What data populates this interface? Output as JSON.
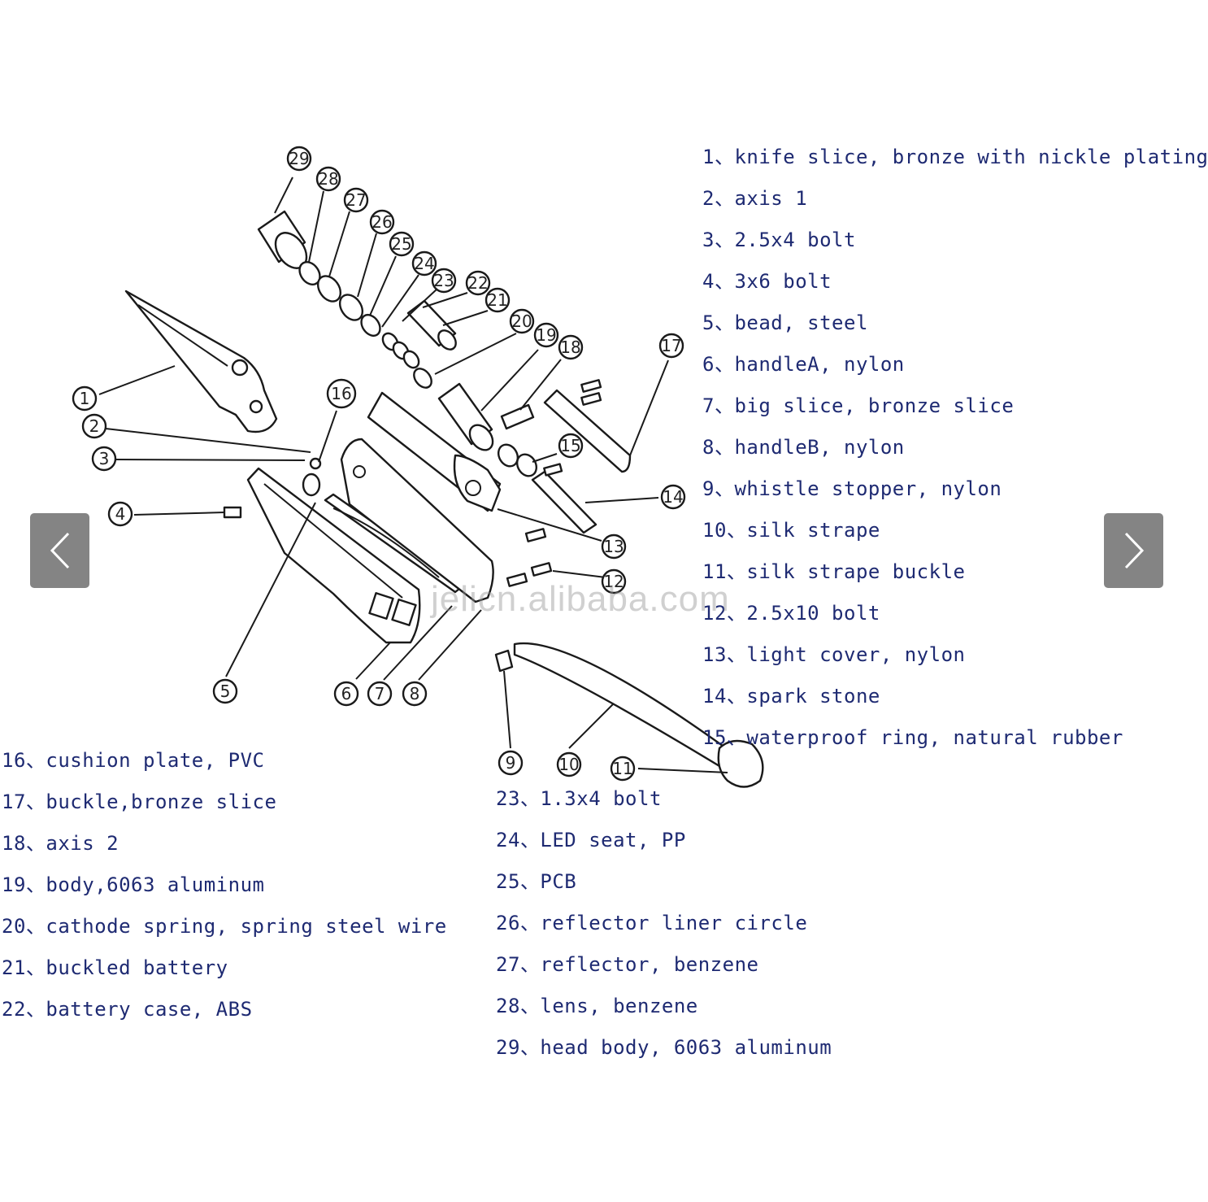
{
  "parts_right": [
    "1、knife slice, bronze with nickle plating",
    "2、axis 1",
    "3、2.5x4 bolt",
    "4、3x6 bolt",
    "5、bead, steel",
    "6、handleA, nylon",
    "7、big slice, bronze slice",
    "8、handleB, nylon",
    "9、whistle stopper, nylon",
    "10、silk strape",
    "11、silk strape buckle",
    "12、2.5x10 bolt",
    "13、light cover, nylon",
    "14、spark stone",
    " 15、waterproof ring, natural rubber"
  ],
  "parts_left": [
    "16、cushion plate, PVC",
    "17、buckle,bronze slice",
    "18、axis 2",
    "19、body,6063 aluminum",
    "20、cathode spring, spring steel wire",
    "21、buckled battery",
    "22、battery case, ABS"
  ],
  "parts_mid": [
    "23、1.3x4 bolt",
    "24、LED seat, PP",
    "25、PCB",
    "26、reflector liner circle",
    "27、reflector, benzene",
    "28、lens, benzene",
    "29、head body, 6063 aluminum"
  ],
  "callouts": [
    "1",
    "2",
    "3",
    "4",
    "5",
    "6",
    "7",
    "8",
    "9",
    "10",
    "11",
    "12",
    "13",
    "14",
    "15",
    "16",
    "17",
    "18",
    "19",
    "20",
    "21",
    "22",
    "23",
    "24",
    "25",
    "26",
    "27",
    "28",
    "29"
  ],
  "watermark": "jelicn.alibaba.com",
  "icons": {
    "prev": "chevron-left-icon",
    "next": "chevron-right-icon"
  }
}
